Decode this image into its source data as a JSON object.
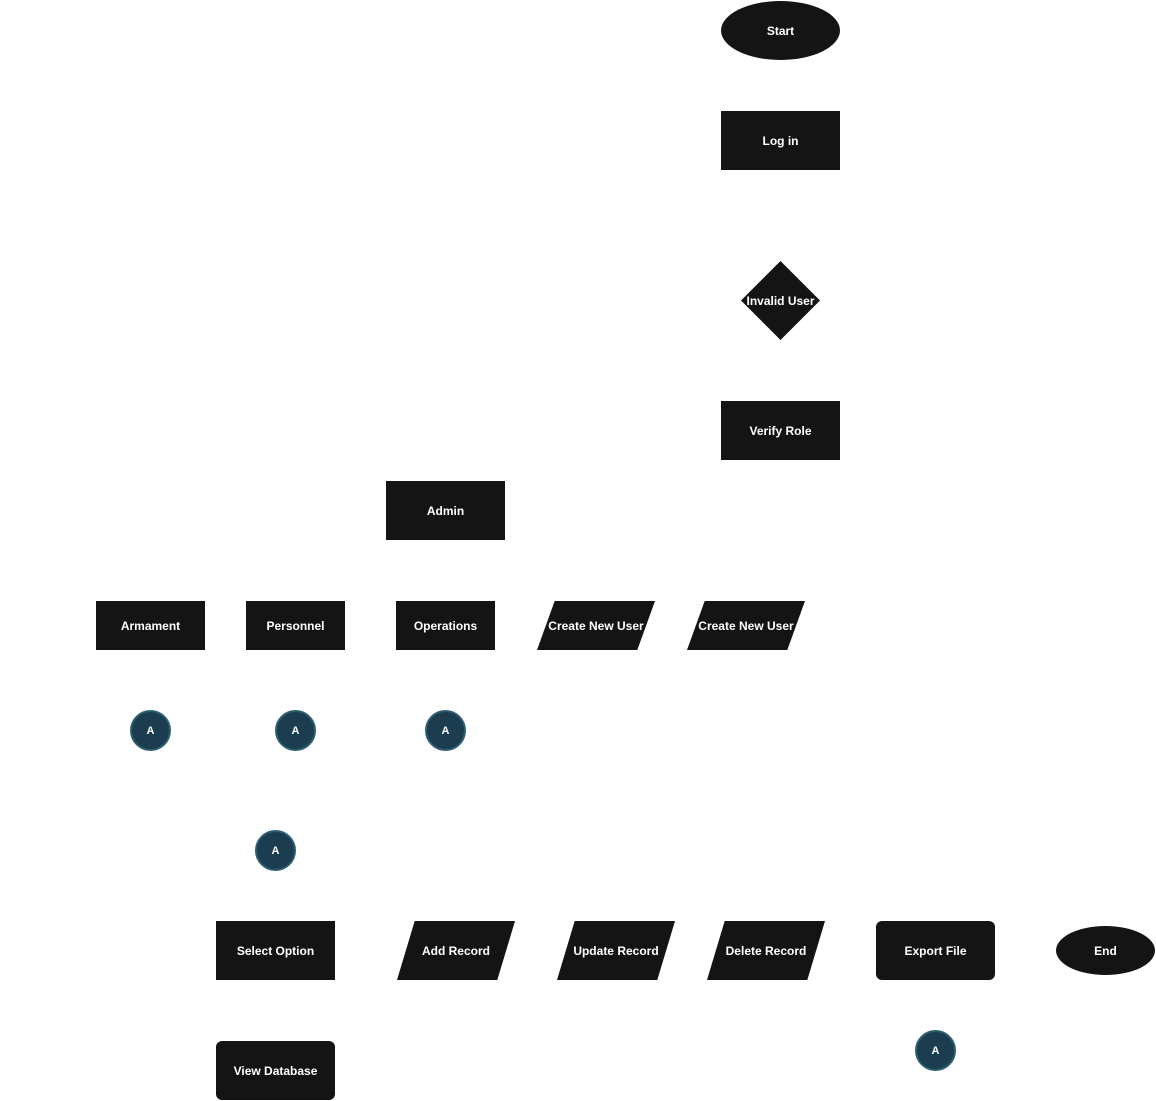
{
  "diagram": {
    "nodes": {
      "start": "Start",
      "log_in": "Log in",
      "invalid_user": "Invalid User",
      "verify_role": "Verify Role",
      "admin": "Admin",
      "armament": "Armament",
      "personnel": "Personnel",
      "operations": "Operations",
      "create_new_user_1": "Create New User",
      "create_new_user_2": "Create New User",
      "select_option": "Select Option",
      "add_record": "Add Record",
      "update_record": "Update Record",
      "delete_record": "Delete Record",
      "export_file": "Export File",
      "end": "End",
      "view_database": "View Database"
    },
    "connectors": {
      "armament": "A",
      "personnel": "A",
      "operations": "A",
      "select_option": "A",
      "export_file": "A"
    },
    "colors": {
      "node_fill": "#141414",
      "connector_fill": "#1b3d4f",
      "connector_border": "#2c5d72",
      "text": "#ffffff"
    }
  }
}
